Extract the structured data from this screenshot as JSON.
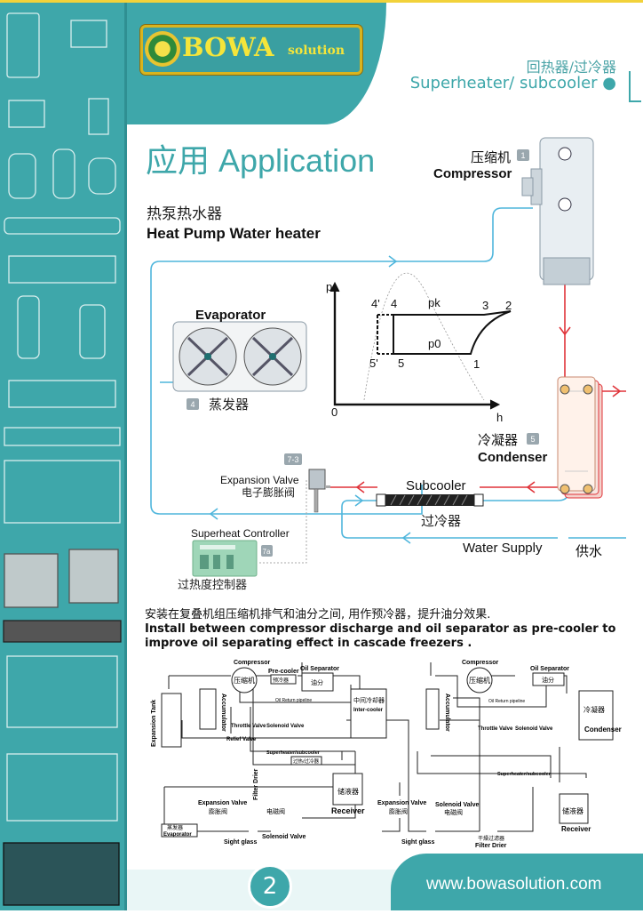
{
  "brand": {
    "logo_text": "BOWA",
    "logo_sub": "solution"
  },
  "header": {
    "title_cn": "回热器/过冷器",
    "title_en": "Superheater/ subcooler ●"
  },
  "main": {
    "title": "应用 Application",
    "system_cn": "热泵热水器",
    "system_en": "Heat Pump Water heater",
    "compressor_cn": "压缩机",
    "compressor_en": "Compressor",
    "compressor_badge": "1",
    "evaporator_en": "Evaporator",
    "evaporator_cn": "蒸发器",
    "evaporator_badge": "4",
    "condenser_cn": "冷凝器",
    "condenser_en": "Condenser",
    "condenser_badge": "5",
    "subcooler_en": "Subcooler",
    "subcooler_cn": "过冷器",
    "expansion_valve_en": "Expansion Valve",
    "expansion_valve_cn": "电子膨胀阀",
    "expansion_valve_badge": "7-3",
    "controller_en": "Superheat Controller",
    "controller_cn": "过热度控制器",
    "controller_badge": "7a",
    "water_supply_en": "Water Supply",
    "water_supply_cn": "供水",
    "ph": {
      "p": "p",
      "h": "h",
      "origin": "0",
      "p4p": "4'",
      "p4": "4",
      "pk": "pk",
      "p3": "3",
      "p2": "2",
      "p0": "p0",
      "p5p": "5'",
      "p5": "5",
      "p1": "1"
    }
  },
  "description": {
    "cn": "安装在复叠机组压缩机排气和油分之间, 用作预冷器，提升油分效果.",
    "en": "Install between compressor discharge and oil separator as pre-cooler to improve oil separating effect in cascade freezers ."
  },
  "schematic_left": {
    "compressor": "Compressor",
    "compressor_cn": "压缩机",
    "precooler": "Pre-cooler",
    "precooler_cn": "预冷器",
    "oil_sep": "Oil Separator",
    "oil_sep_cn": "油分",
    "oil_return": "Oil Return pipeline",
    "accumulator": "Accumulator",
    "expansion_tank": "Expansion Tank",
    "throttle": "Throttle Valve",
    "solenoid_top": "Solenoid Valve",
    "relief": "Relief Valve",
    "intercooler_cn": "中间冷却器",
    "intercooler": "Inter-cooler",
    "superheater": "Superheater/subcooler",
    "superheater_cn": "过热/过冷器",
    "filter": "Filter Drier",
    "receiver_cn": "储液器",
    "receiver": "Receiver",
    "expansion": "Expansion Valve",
    "expansion_cn": "膨胀阀",
    "evaporator_cn": "蒸发器",
    "evaporator": "Evaporator",
    "sight": "Sight glass",
    "solenoid_cn": "电磁阀",
    "solenoid": "Solenoid Valve"
  },
  "schematic_right": {
    "compressor": "Compressor",
    "compressor_cn": "压缩机",
    "oil_sep": "Oil Separator",
    "oil_sep_cn": "油分",
    "oil_return": "Oil Return pipeline",
    "accumulator": "Accumulator",
    "throttle": "Throttle Valve",
    "solenoid_top": "Solenoid Valve",
    "condenser_cn": "冷凝器",
    "condenser": "Condenser",
    "superheater": "Superheater/subcooler",
    "receiver_cn": "储液器",
    "receiver": "Receiver",
    "expansion": "Expansion Valve",
    "expansion_cn": "膨胀阀",
    "sight": "Sight glass",
    "solenoid": "Solenoid Valve",
    "solenoid_cn": "电磁阀",
    "filter_cn": "干燥过滤器",
    "filter": "Filter Drier"
  },
  "footer": {
    "page": "2",
    "url": "www.bowasolution.com"
  },
  "colors": {
    "teal": "#3ea7aa",
    "hot_line": "#e0343a",
    "cold_line": "#4fb6dc",
    "logo_gold": "#f5e53a"
  }
}
